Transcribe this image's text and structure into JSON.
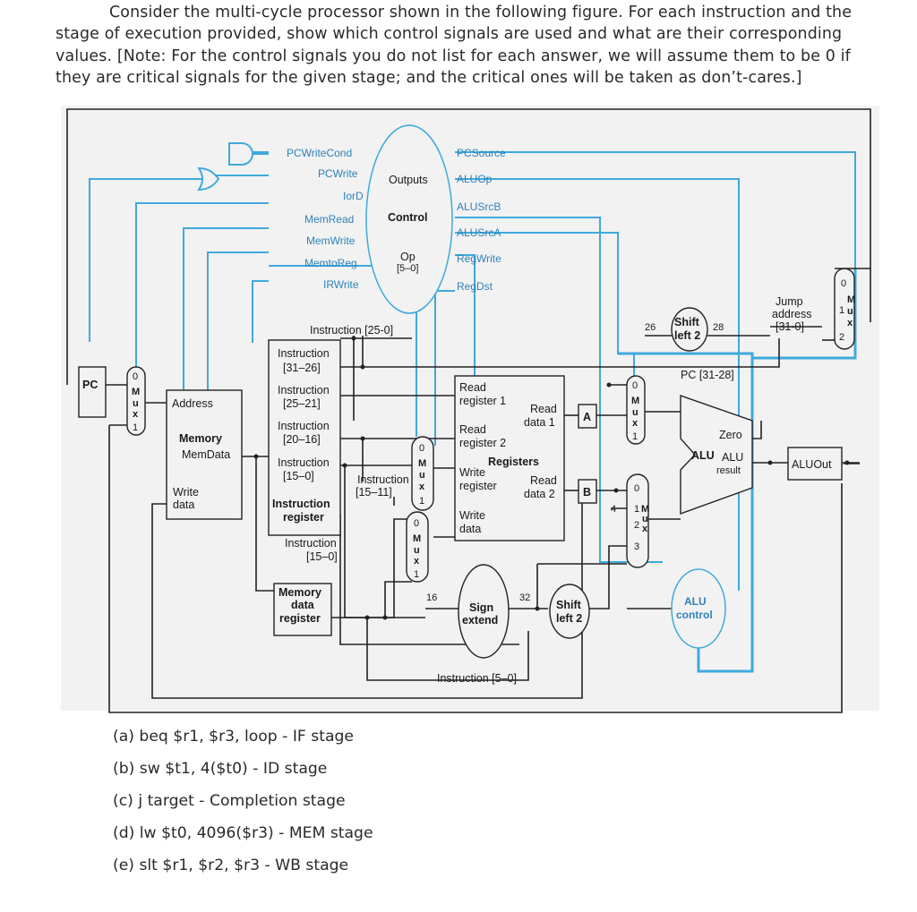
{
  "question": {
    "lines": [
      "Consider the multi-cycle processor shown in the following figure. For each instruction and the",
      "stage of execution provided, show which control signals are used and what are their corresponding",
      "values. [Note: For the control signals you do not list for each answer, we will assume them to be 0 if",
      "they are critical signals for the given stage; and the critical ones will be taken as don’t-cares.]"
    ]
  },
  "figure": {
    "control": {
      "outputs": "Outputs",
      "name": "Control",
      "op": "Op",
      "op_bits": "[5–0]"
    },
    "signals_left": [
      "PCWriteCond",
      "PCWrite",
      "IorD",
      "MemRead",
      "MemWrite",
      "MemtoReg",
      "IRWrite"
    ],
    "signals_right": [
      "PCSource",
      "ALUOp",
      "ALUSrcB",
      "ALUSrcA",
      "RegWrite",
      "RegDst"
    ],
    "pc": "PC",
    "memory": {
      "address": "Address",
      "name": "Memory",
      "memdata": "MemData",
      "write": "Write",
      "data": "data"
    },
    "ir": {
      "f1": "Instruction",
      "f1b": "[31–26]",
      "f2": "Instruction",
      "f2b": "[25–21]",
      "f3": "Instruction",
      "f3b": "[20–16]",
      "f4": "Instruction",
      "f4b": "[15–0]",
      "name1": "Instruction",
      "name2": "register",
      "split1": "Instruction",
      "split2": "[15–11]"
    },
    "instr_25_0": "Instruction [25-0]",
    "instr_15_0a": "Instruction",
    "instr_15_0b": "[15–0]",
    "mdr": {
      "l1": "Memory",
      "l2": "data",
      "l3": "register"
    },
    "registers": {
      "rr1a": "Read",
      "rr1b": "register 1",
      "rr2a": "Read",
      "rr2b": "register 2",
      "name": "Registers",
      "wra": "Write",
      "wrb": "register",
      "wda": "Write",
      "wdb": "data",
      "rd1a": "Read",
      "rd1b": "data 1",
      "rd2a": "Read",
      "rd2b": "data 2"
    },
    "reg_a": "A",
    "reg_b": "B",
    "sign_extend": {
      "l1": "Sign",
      "l2": "extend"
    },
    "bits16": "16",
    "bits32": "32",
    "shift_left2": {
      "l1": "Shift",
      "l2": "left 2"
    },
    "shift_left2_top": {
      "l1": "Shift",
      "l2": "left 2"
    },
    "bits26": "26",
    "bits28": "28",
    "four": "4",
    "pc_31_28": "PC [31-28]",
    "jump": {
      "l1": "Jump",
      "l2": "address",
      "l3": "[31-0]"
    },
    "alu": {
      "zero": "Zero",
      "name": "ALU",
      "result1": "ALU",
      "result2": "result"
    },
    "alu_control": {
      "l1": "ALU",
      "l2": "control"
    },
    "aluout": "ALUOut",
    "instr_5_0": "Instruction [5–0]",
    "mux_letters": [
      "M",
      "u",
      "x"
    ],
    "mux_inputs": [
      "0",
      "1",
      "2",
      "3"
    ]
  },
  "parts": [
    "(a) beq $r1, $r3, loop - IF stage",
    "(b) sw $t1, 4($t0) - ID stage",
    "(c) j target - Completion stage",
    "(d) lw $t0, 4096($r3) - MEM stage",
    "(e) slt $r1, $r2, $r3 - WB stage"
  ],
  "colors": {
    "control_line": "#3fa9dc",
    "data_line": "#222222",
    "figure_bg": "#f2f2f2"
  }
}
